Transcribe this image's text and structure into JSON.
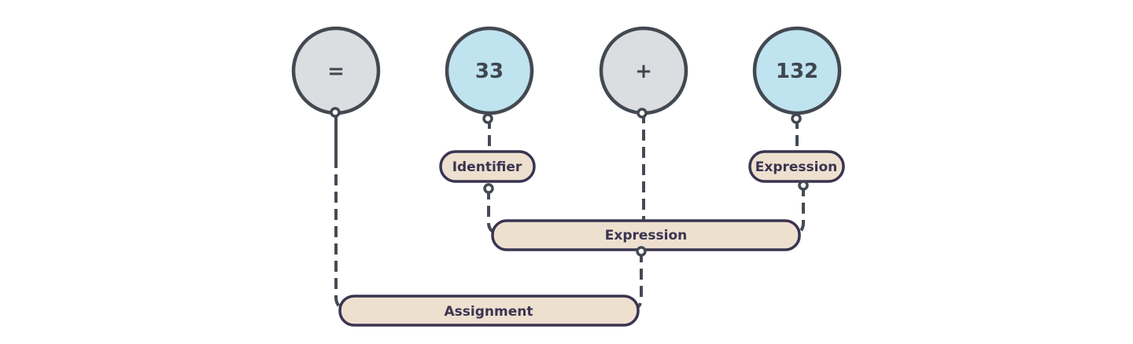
{
  "tokens": [
    {
      "label": "=",
      "kind": "operator"
    },
    {
      "label": "33",
      "kind": "literal"
    },
    {
      "label": "+",
      "kind": "operator"
    },
    {
      "label": "132",
      "kind": "literal"
    }
  ],
  "nodes": {
    "identifier": "Identifier",
    "expression_small": "Expression",
    "expression_large": "Expression",
    "assignment": "Assignment"
  },
  "colors": {
    "operator_fill": "#dcdde0",
    "literal_fill": "#bfe3ef",
    "node_fill": "#ede0cf",
    "node_stroke": "#3a3450",
    "line": "#454b54"
  }
}
